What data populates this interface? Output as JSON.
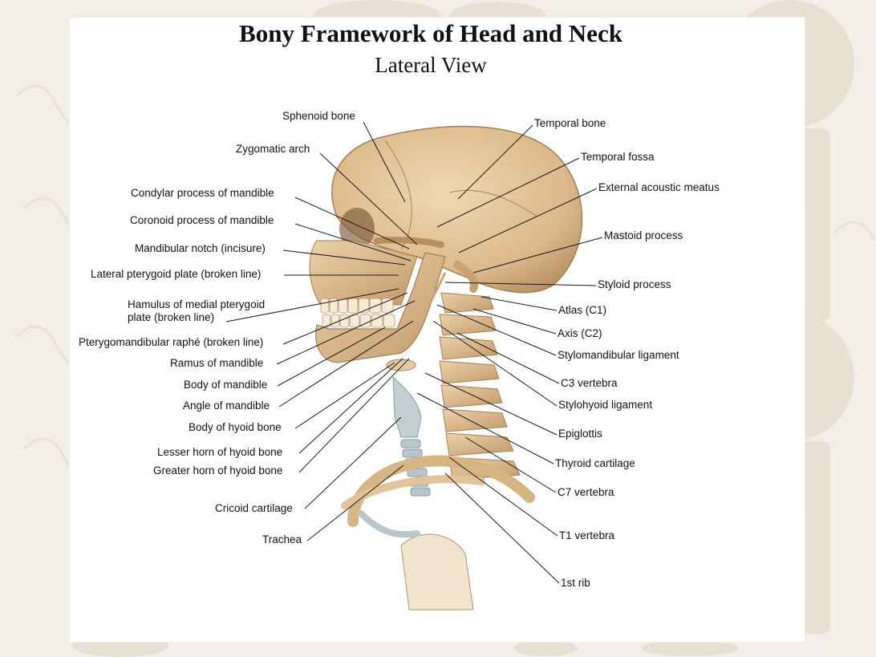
{
  "title": "Bony Framework of Head and Neck",
  "subtitle": "Lateral View",
  "labels_left": [
    "Sphenoid bone",
    "Zygomatic arch",
    "Condylar process of mandible",
    "Coronoid process of mandible",
    "Mandibular notch (incisure)",
    "Lateral pterygoid plate (broken line)",
    "Hamulus of medial pterygoid plate (broken line)",
    "Pterygomandibular raphé (broken line)",
    "Ramus of mandible",
    "Body of mandible",
    "Angle of mandible",
    "Body of hyoid bone",
    "Lesser horn of hyoid bone",
    "Greater horn of hyoid bone",
    "Cricoid cartilage",
    "Trachea"
  ],
  "labels_right": [
    "Temporal bone",
    "Temporal fossa",
    "External acoustic meatus",
    "Mastoid process",
    "Styloid process",
    "Atlas (C1)",
    "Axis (C2)",
    "Stylomandibular ligament",
    "C3 vertebra",
    "Stylohyoid ligament",
    "Epiglottis",
    "Thyroid cartilage",
    "C7 vertebra",
    "T1 vertebra",
    "1st rib"
  ],
  "colors": {
    "bone": "#e3c49a",
    "bone_shadow": "#c9a274",
    "cartilage": "#b8c6cc",
    "leader": "#1a1a1a",
    "background": "#f1ece4"
  }
}
